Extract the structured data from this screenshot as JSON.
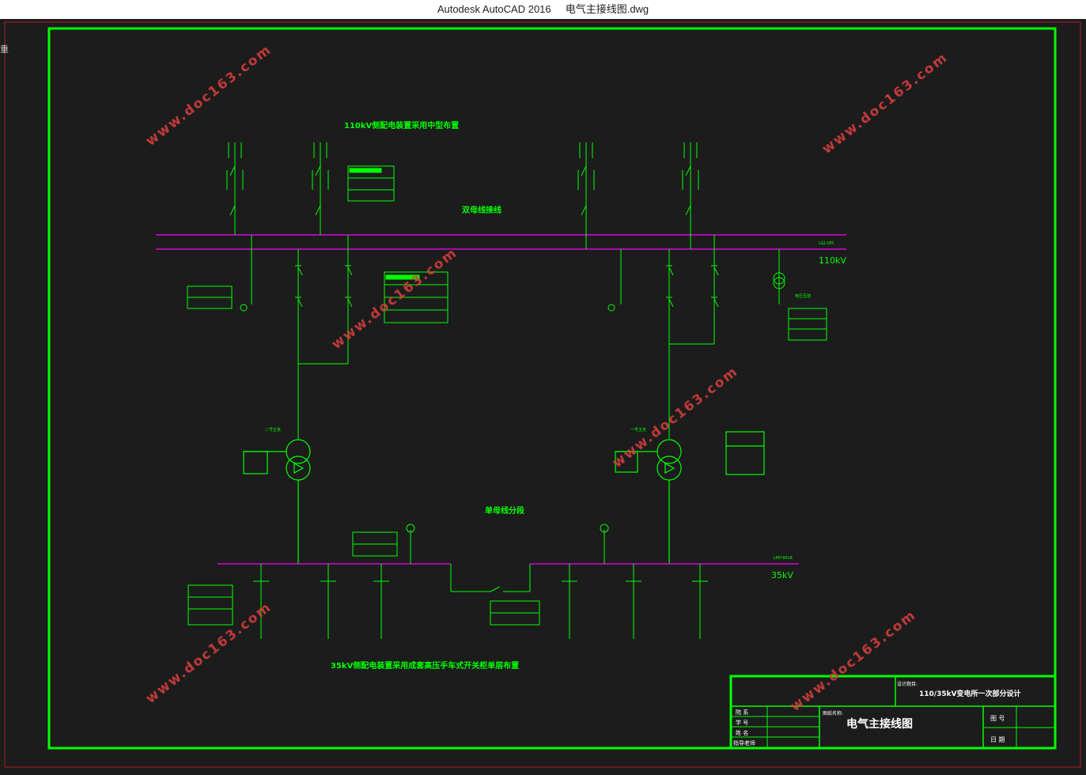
{
  "window": {
    "app_title": "Autodesk AutoCAD 2016",
    "file_name": "电气主接线图.dwg",
    "corner_glyph": "重"
  },
  "drawing": {
    "labels": {
      "hv_caption": "110kV侧配电装置采用中型布置",
      "double_bus": "双母线接线",
      "hv_voltage": "110kV",
      "single_bus": "单母线分段",
      "lv_voltage": "35kV",
      "lv_caption": "35kV侧配电装置采用成套高压手车式开关柜单层布置",
      "t2_name": "二号主变",
      "t1_name": "一号主变",
      "pt_name": "电压互感"
    }
  },
  "title_block": {
    "design_topic_label": "设计题目:",
    "design_topic": "110/35kV变电所一次部分设计",
    "drawing_name_label": "图纸名称:",
    "drawing_name": "电气主接线图",
    "row1": "院 系",
    "row2": "学 号",
    "row3": "姓 名",
    "row4": "指导老师",
    "sheet_no": "图 号",
    "date": "日 期"
  },
  "watermark": "www.doc163.com",
  "colors": {
    "background": "#1c1c1c",
    "line": "#00ff00",
    "bus": "#ff00ff",
    "frame": "#00ff00"
  }
}
